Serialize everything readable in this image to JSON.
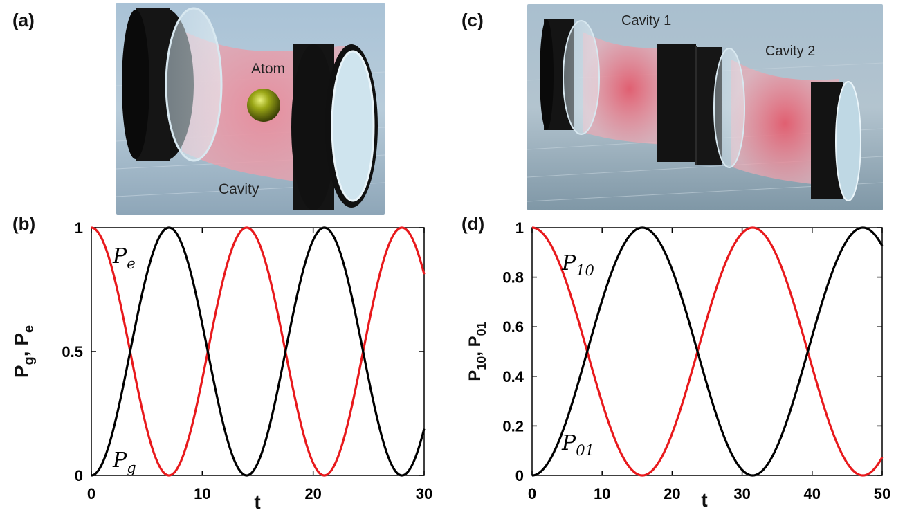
{
  "panels": {
    "a": {
      "label": "(a)",
      "atom_label": "Atom",
      "cavity_label": "Cavity"
    },
    "b": {
      "label": "(b)"
    },
    "c": {
      "label": "(c)",
      "cavity1_label": "Cavity 1",
      "cavity2_label": "Cavity 2"
    },
    "d": {
      "label": "(d)"
    }
  },
  "chart_data": [
    {
      "panel": "b",
      "type": "line",
      "xlabel": "t",
      "ylabel": "P",
      "ylabel_subscripts": [
        "g",
        "e"
      ],
      "xlim": [
        0,
        30
      ],
      "ylim": [
        0,
        1
      ],
      "x_ticks": [
        "0",
        "10",
        "20",
        "30"
      ],
      "y_ticks": [
        "0",
        "0.5",
        "1"
      ],
      "period": 14,
      "series": [
        {
          "name": "P_e",
          "color": "#e8191c",
          "formula": "cos^2(pi t / 14)",
          "x": [
            0,
            3.5,
            7,
            10.5,
            14,
            17.5,
            21,
            24.5,
            28,
            30
          ],
          "values": [
            1,
            0.5,
            0,
            0.5,
            1,
            0.5,
            0,
            0.5,
            1,
            0.83
          ]
        },
        {
          "name": "P_g",
          "color": "#000000",
          "formula": "sin^2(pi t / 14)",
          "x": [
            0,
            3.5,
            7,
            10.5,
            14,
            17.5,
            21,
            24.5,
            28,
            30
          ],
          "values": [
            0,
            0.5,
            1,
            0.5,
            0,
            0.5,
            1,
            0.5,
            0,
            0.17
          ]
        }
      ],
      "labels": [
        {
          "text": "P",
          "sub": "e"
        },
        {
          "text": "P",
          "sub": "g"
        }
      ]
    },
    {
      "panel": "d",
      "type": "line",
      "xlabel": "t",
      "ylabel": "P",
      "ylabel_subscripts": [
        "10",
        "01"
      ],
      "xlim": [
        0,
        50
      ],
      "ylim": [
        0,
        1
      ],
      "x_ticks": [
        "0",
        "10",
        "20",
        "30",
        "40",
        "50"
      ],
      "y_ticks": [
        "0",
        "0.2",
        "0.4",
        "0.6",
        "0.8",
        "1"
      ],
      "period": 31.5,
      "series": [
        {
          "name": "P_10",
          "color": "#e8191c",
          "formula": "cos^2(pi t / 31.5)",
          "x": [
            0,
            7.9,
            15.75,
            23.6,
            31.5,
            39.4,
            47.25,
            50
          ],
          "values": [
            1,
            0.5,
            0,
            0.5,
            1,
            0.5,
            0,
            0.08
          ]
        },
        {
          "name": "P_01",
          "color": "#000000",
          "formula": "sin^2(pi t / 31.5)",
          "x": [
            0,
            7.9,
            15.75,
            23.6,
            31.5,
            39.4,
            47.25,
            50
          ],
          "values": [
            0,
            0.5,
            1,
            0.5,
            0,
            0.5,
            1,
            0.92
          ]
        }
      ],
      "labels": [
        {
          "text": "P",
          "sub": "10"
        },
        {
          "text": "P",
          "sub": "01"
        }
      ]
    }
  ]
}
